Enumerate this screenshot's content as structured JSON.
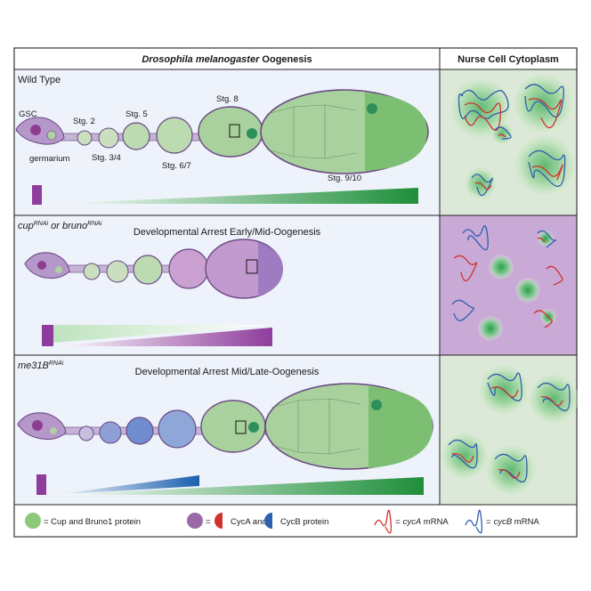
{
  "header": {
    "left_italic": "Drosophila melanogaster",
    "left_rest": " Oogenesis",
    "right": "Nurse Cell Cytoplasm"
  },
  "panels": {
    "wild_type": {
      "title": "Wild Type",
      "labels": {
        "gsc": "GSC",
        "germarium": "germarium",
        "stg2": "Stg. 2",
        "stg34": "Stg. 3/4",
        "stg5": "Stg. 5",
        "stg67": "Stg. 6/7",
        "stg8": "Stg. 8",
        "stg910": "Stg. 9/10"
      }
    },
    "cup_bruno": {
      "title_a": "cup",
      "title_a_sup": "RNAi",
      "title_mid": " or ",
      "title_b": "bruno",
      "title_b_sup": "RNAi",
      "subtitle": "Developmental Arrest Early/Mid-Oogenesis"
    },
    "me31b": {
      "title": "me31B",
      "title_sup": "RNAi",
      "subtitle": "Developmental Arrest Mid/Late-Oogenesis"
    }
  },
  "legend": {
    "cup_bruno": "= Cup and Bruno1 protein",
    "eq": "=",
    "cyca_and": "CycA and",
    "cycb_protein": "CycB protein",
    "eq_cyca": "=",
    "cyca_italic": "cycA",
    "mrna1": " mRNA",
    "eq_cycb": "=",
    "cycb_italic": "cycB",
    "mrna2": " mRNA"
  },
  "colors": {
    "background_panel": "#eef2fa",
    "green_protein": "#8cc97a",
    "purple_protein": "#9c6aa6",
    "cyca_red": "#d2322d",
    "cycb_blue": "#2f5fae",
    "nurse_bg_green": "#dde9d8",
    "nurse_bg_purple": "#c9a9d6"
  }
}
